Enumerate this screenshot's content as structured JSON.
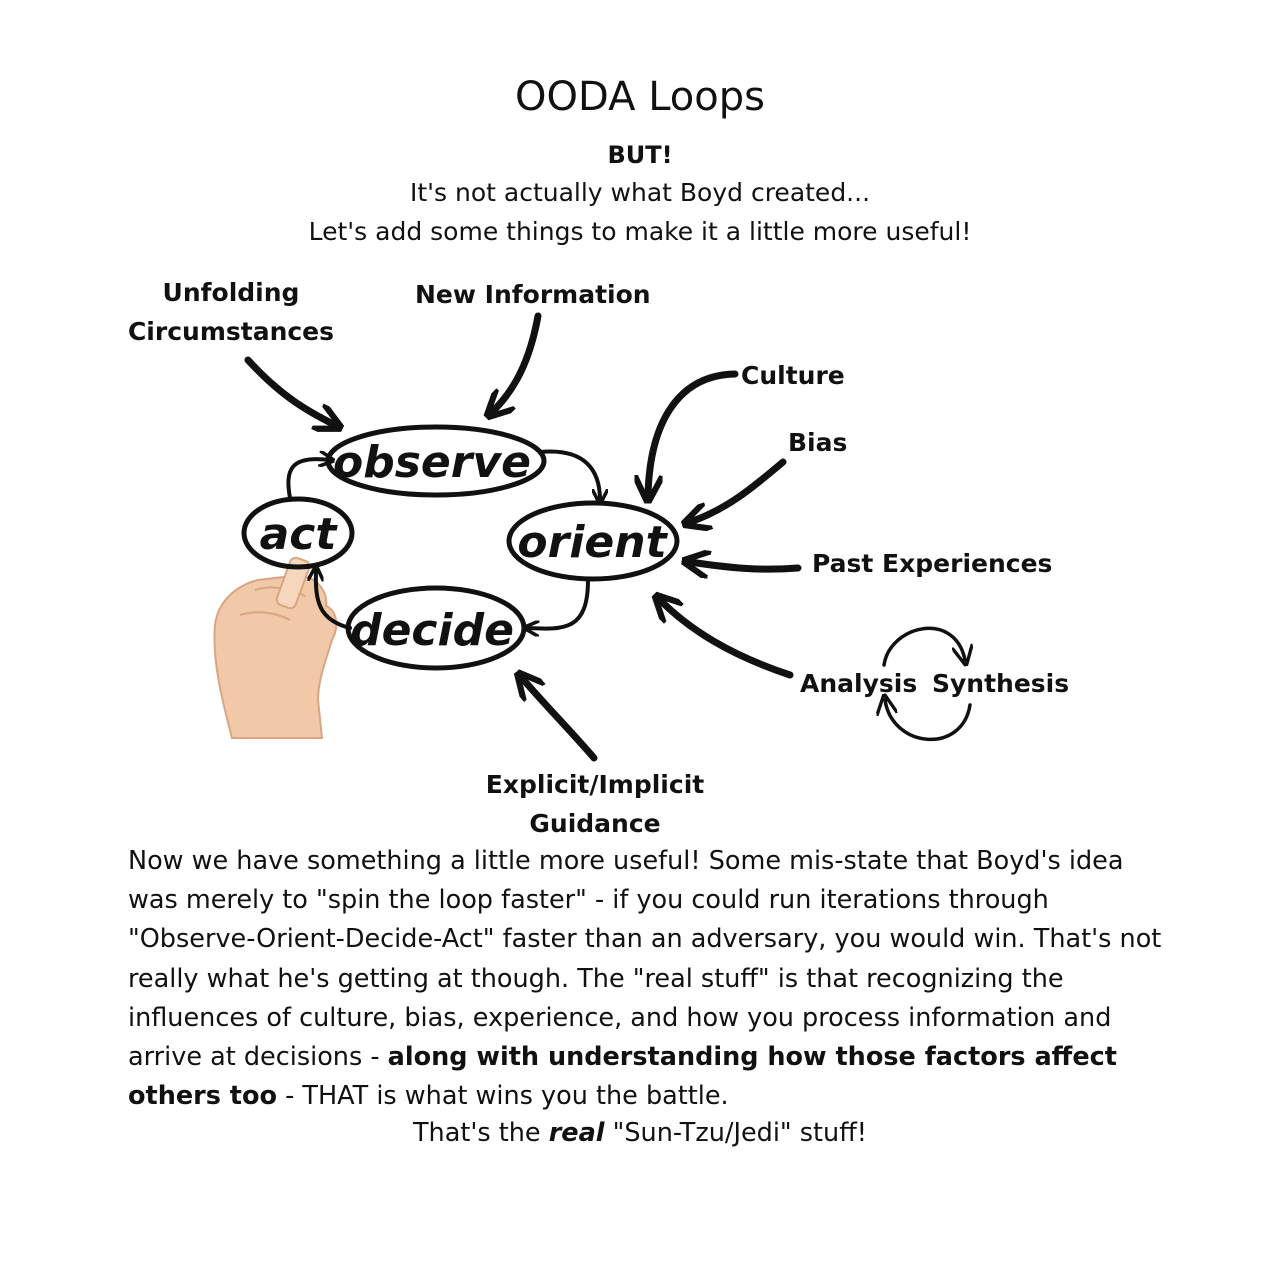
{
  "header": {
    "title": "OODA Loops",
    "emphasis": "BUT!",
    "line1": "It's not actually what Boyd created...",
    "line2": "Let's add some things to make it a little more useful!"
  },
  "diagram": {
    "nodes": {
      "observe": "observe",
      "orient": "orient",
      "decide": "decide",
      "act": "act"
    },
    "inputs": {
      "unfolding": [
        "Unfolding",
        "Circumstances"
      ],
      "new_information": "New Information",
      "culture": "Culture",
      "bias": "Bias",
      "past_experiences": "Past Experiences",
      "analysis": "Analysis",
      "synthesis": "Synthesis",
      "guidance": [
        "Explicit/Implicit",
        "Guidance"
      ]
    }
  },
  "body": {
    "p1": "Now we have something a little more useful! Some mis-state that Boyd's idea was merely to \"spin the loop faster\" - if you could run iterations through \"Observe-Orient-Decide-Act\" faster than an adversary, you would win. That's not really what he's getting at though. The \"real stuff\" is that recognizing the influences of culture, bias, experience, and how you process information and arrive at decisions - ",
    "p1_bold": "along with understanding how those factors affect others too",
    "p1_end": " - THAT is what wins you the battle.",
    "closing_start": "That's the ",
    "closing_emph": "real",
    "closing_end": " \"Sun-Tzu/Jedi\" stuff!"
  }
}
